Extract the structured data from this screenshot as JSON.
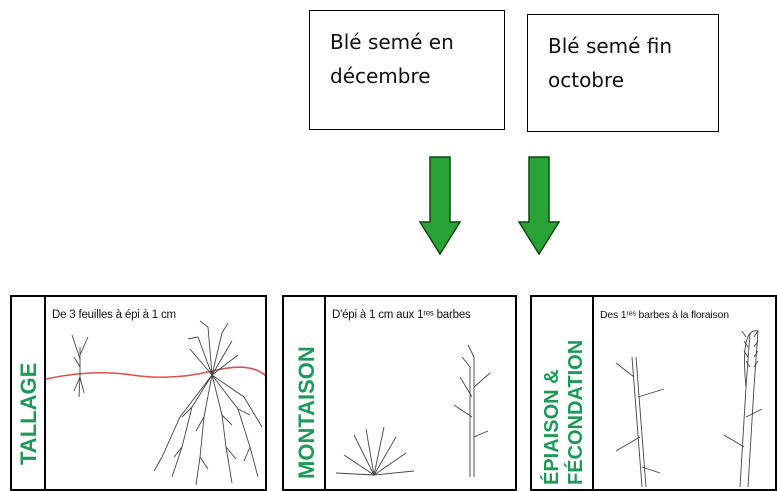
{
  "notes": [
    {
      "line1": "Blé semé en",
      "line2": "décembre"
    },
    {
      "line1": "Blé semé fin",
      "line2": "octobre"
    }
  ],
  "stages": [
    {
      "title": "TALLAGE",
      "caption": "De 3 feuilles à épi à 1 cm"
    },
    {
      "title": "MONTAISON",
      "caption": "D'épi à 1 cm aux 1ʳᵉˢ barbes"
    },
    {
      "title_line1": "ÉPIAISON &",
      "title_line2": "FÉCONDATION",
      "caption": "Des 1ʳᵉˢ barbes à la floraison"
    }
  ],
  "colors": {
    "stage_green": "#1e9a57",
    "arrow_green": "#2aa336",
    "soil_line": "#d9534f"
  }
}
